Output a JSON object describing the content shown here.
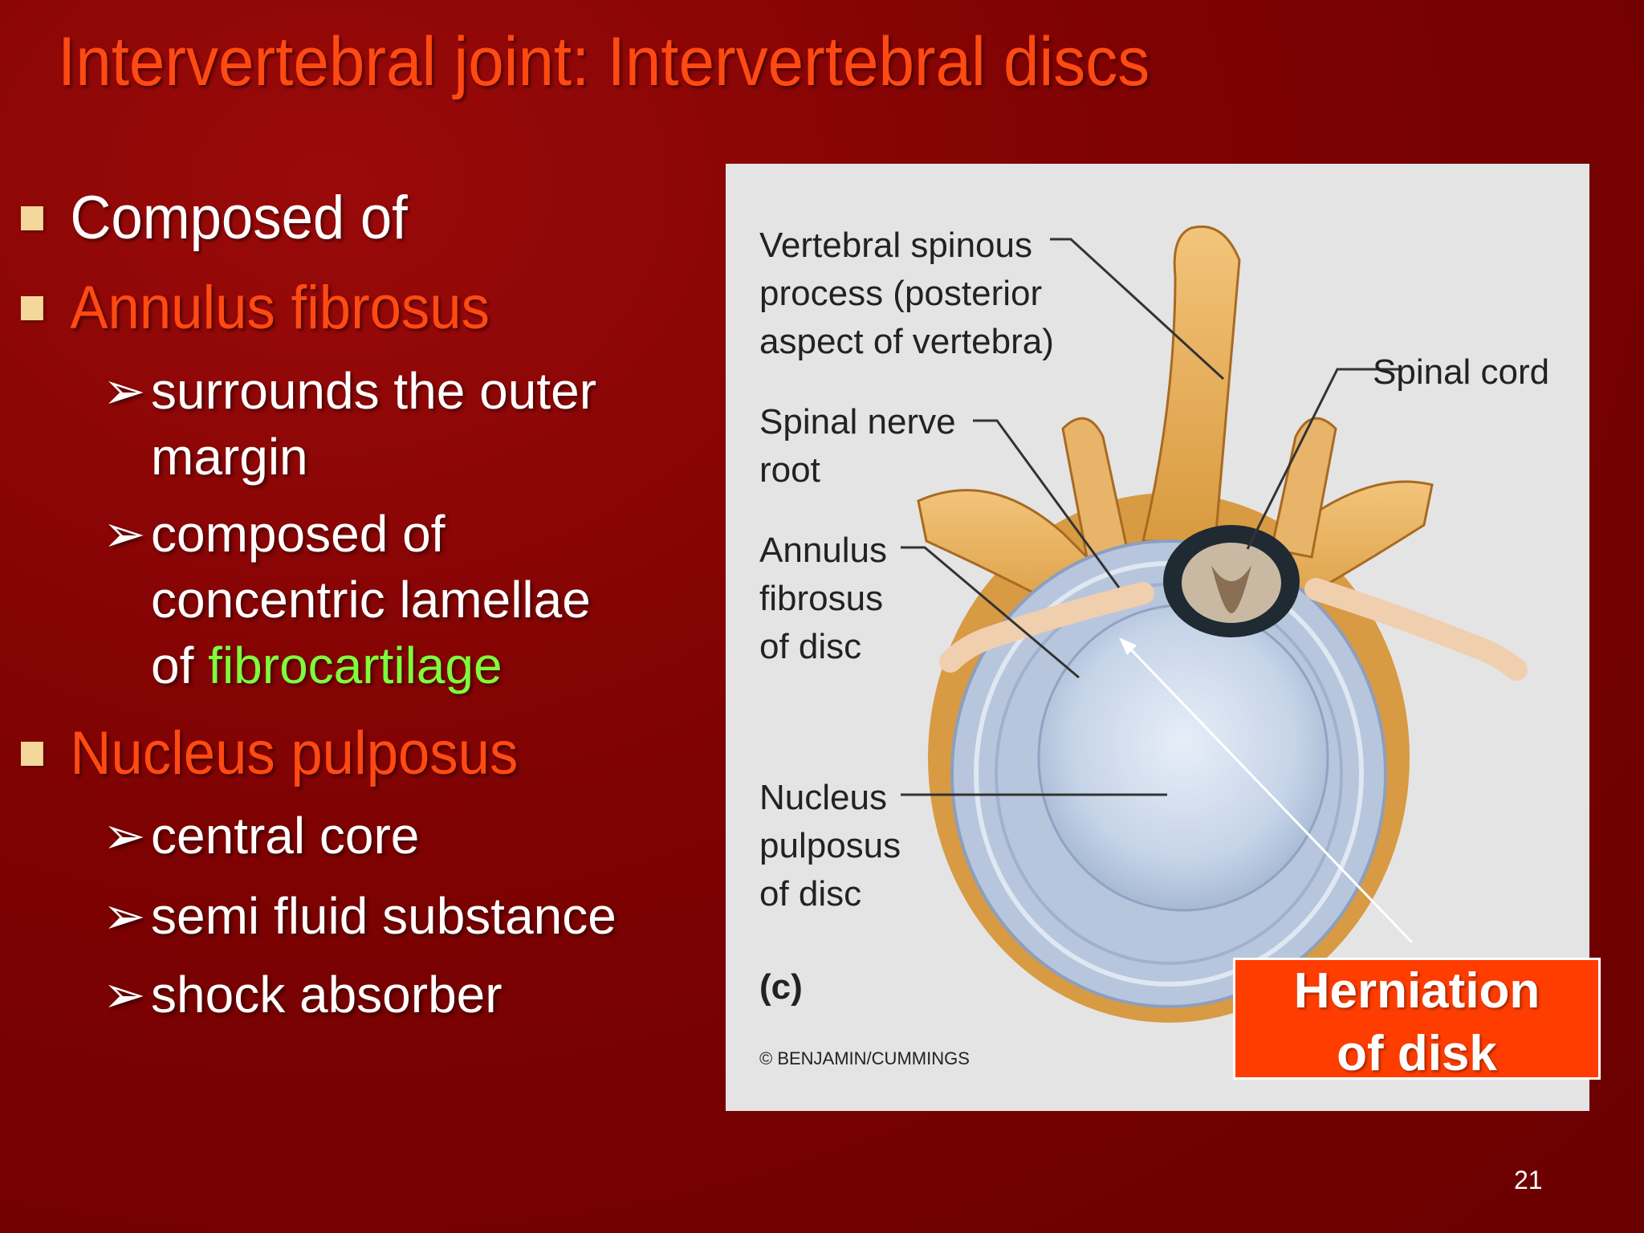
{
  "slide": {
    "title": "Intervertebral joint: Intervertebral discs",
    "page_number": "21"
  },
  "bullets": {
    "composed_of": "Composed of",
    "annulus": {
      "label": "Annulus fibrosus",
      "sub1": "surrounds the outer margin",
      "sub2_part1": "composed of concentric lamellae of ",
      "sub2_part2": "fibrocartilage"
    },
    "nucleus": {
      "label": "Nucleus pulposus",
      "sub1": "central core",
      "sub2": "semi fluid substance",
      "sub3": "shock absorber"
    },
    "arrow_glyph": "➢"
  },
  "figure": {
    "labels": {
      "spinous_1": "Vertebral spinous",
      "spinous_2": "process (posterior",
      "spinous_3": "aspect of vertebra)",
      "spinal_cord": "Spinal cord",
      "nerve_1": "Spinal nerve",
      "nerve_2": "root",
      "annulus_1": "Annulus",
      "annulus_2": "fibrosus",
      "annulus_3": "of disc",
      "nucleus_1": "Nucleus",
      "nucleus_2": "pulposus",
      "nucleus_3": "of disc",
      "panel": "(c)",
      "copyright": "© BENJAMIN/CUMMINGS"
    },
    "herniation_line1": "Herniation",
    "herniation_line2": "of disk"
  },
  "colors": {
    "background": "#7e0202",
    "title": "#ff4a12",
    "highlight_green": "#7dff3c",
    "bullet_square": "#f4d79a",
    "herniation_box": "#ff3d00"
  }
}
